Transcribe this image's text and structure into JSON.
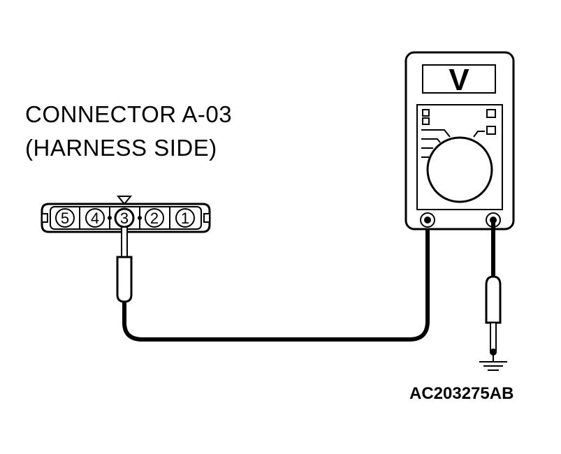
{
  "connector": {
    "title": "CONNECTOR A-03",
    "side": "(HARNESS SIDE)",
    "pins": [
      "5",
      "4",
      "3",
      "2",
      "1"
    ],
    "probed_pin": "3"
  },
  "meter": {
    "mode_symbol": "V"
  },
  "figure_code": "AC203275AB"
}
